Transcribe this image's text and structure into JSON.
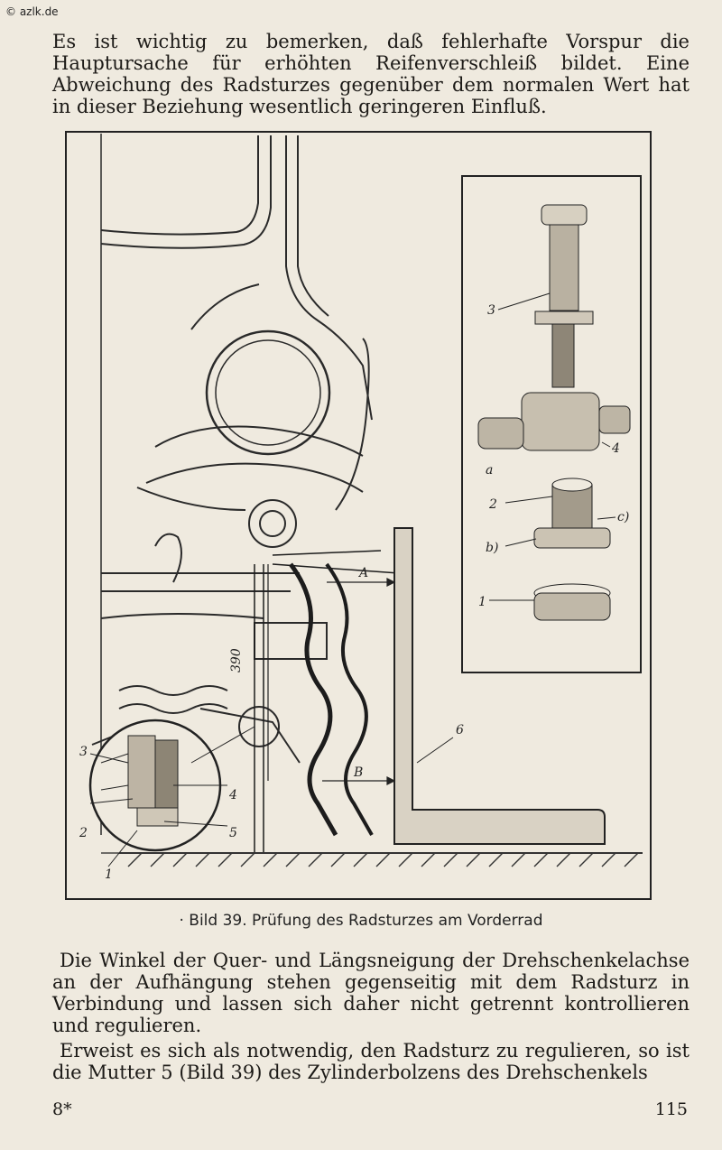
{
  "watermark": "© azlk.de",
  "paragraphs": {
    "p1": "Es ist wichtig zu bemerken, daß fehlerhafte Vorspur die Hauptursache für erhöhten Reifenverschleiß bildet. Eine Abweichung des Radsturzes gegenüber dem normalen Wert hat in dieser Beziehung wesentlich geringeren Einfluß.",
    "p2": "Die Winkel der Quer- und Längsneigung der Drehschenkelachse an der Aufhängung stehen gegenseitig mit dem Radsturz in Verbindung und lassen sich daher nicht getrennt kontrollieren und regulieren.",
    "p3": "Erweist es sich als notwendig, den Radsturz zu regulieren, so ist die Mutter 5 (Bild 39) des Zylinderbolzens des Drehschenkels"
  },
  "figure": {
    "caption": "· Bild 39. Prüfung des Radsturzes am Vorderrad",
    "labels": {
      "a_upper": "A",
      "b_lower": "B",
      "dim_390": "390",
      "six": "6",
      "inset_1": "1",
      "inset_2": "2",
      "inset_3": "3",
      "inset_4": "4",
      "inset_5": "5",
      "parts_1": "1",
      "parts_2": "2",
      "parts_3": "3",
      "parts_4": "4",
      "parts_a": "a",
      "parts_b": "b)",
      "parts_c": "c)"
    }
  },
  "footer": {
    "left": "8*",
    "right": "115"
  }
}
